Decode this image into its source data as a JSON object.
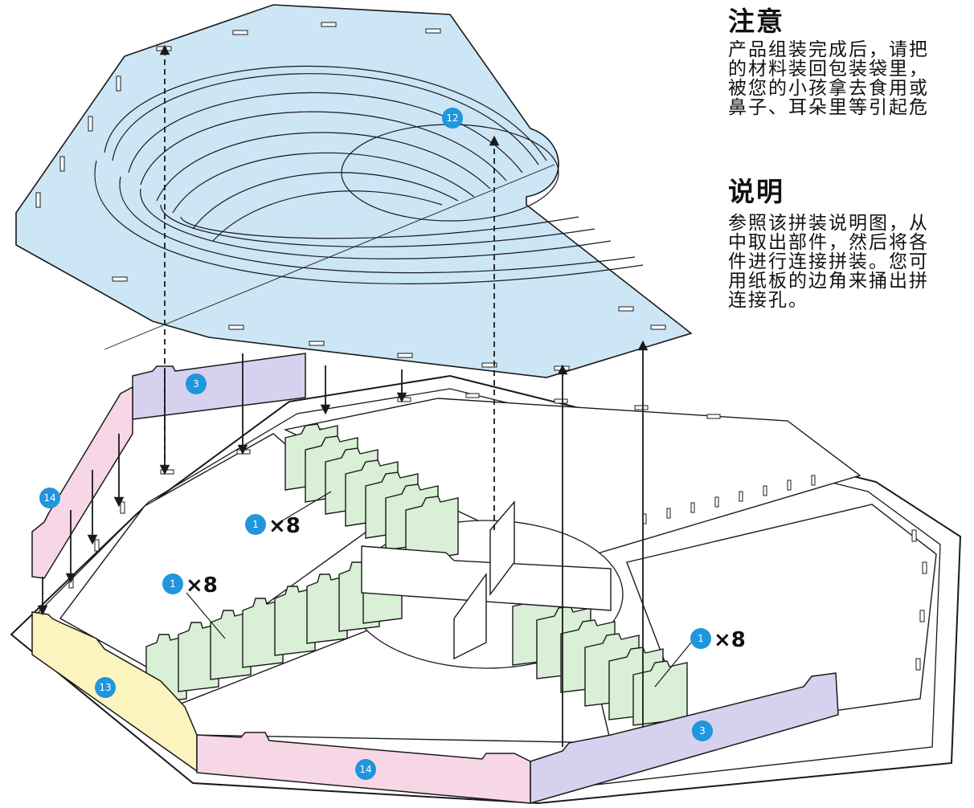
{
  "instructions": {
    "notice_heading": "注意",
    "notice_lines": [
      "产品组装完成后，请把",
      "的材料装回包装袋里，",
      "被您的小孩拿去食用或",
      "鼻子、耳朵里等引起危"
    ],
    "guide_heading": "说明",
    "guide_lines": [
      "参照该拼装说明图，从",
      "中取出部件，然后将各",
      "件进行连接拼装。您可",
      "用纸板的边角来捅出拼",
      "连接孔。"
    ]
  },
  "diagram": {
    "part_badges": [
      "12",
      "3",
      "14",
      "13",
      "14",
      "3"
    ],
    "quantity_callouts": [
      "×8",
      "×8",
      "×8"
    ],
    "quantity_badges": [
      "1",
      "1",
      "1"
    ],
    "colors": {
      "lid": "#cce6f6",
      "part_3": "#d6d1ee",
      "part_14": "#f7d6e6",
      "part_13": "#fbf4bf",
      "divider": "#d9efd6",
      "badge": "#1f96dd",
      "outline": "#1a1a1a"
    }
  }
}
